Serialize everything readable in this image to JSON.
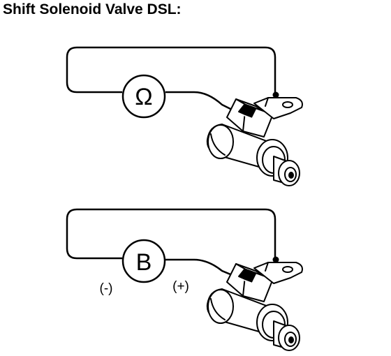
{
  "title": "Shift Solenoid Valve DSL:",
  "diagrams": [
    {
      "meter_symbol": "Ω",
      "meter_type": "ohmmeter"
    },
    {
      "meter_symbol": "B",
      "meter_type": "battery",
      "negative_label": "(-)",
      "positive_label": "(+)"
    }
  ],
  "colors": {
    "ink": "#000000",
    "background": "#ffffff"
  }
}
